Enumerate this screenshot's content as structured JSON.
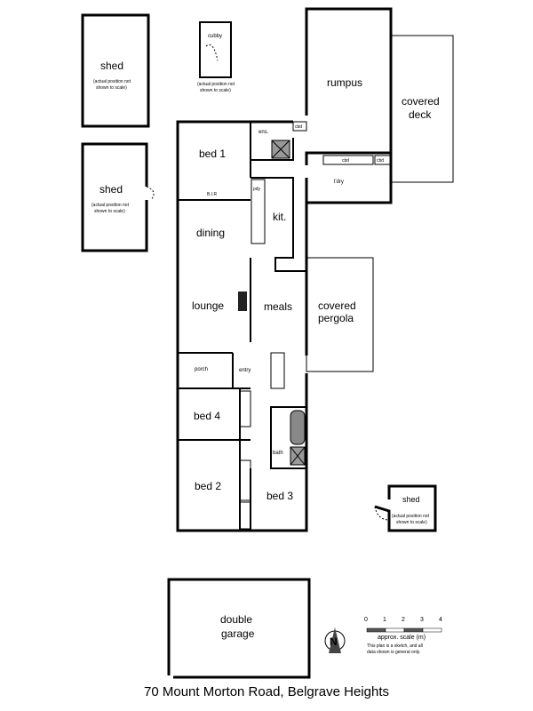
{
  "rooms": {
    "shed_top": "shed",
    "shed_mid": "shed",
    "shed_small": "shed",
    "cubby": "cubby",
    "rumpus": "rumpus",
    "covered_deck": [
      "covered",
      "deck"
    ],
    "bed1": "bed 1",
    "ensuite": "ens.",
    "laundry": "l'dry",
    "kitchen": "kit.",
    "dining": "dining",
    "lounge": "lounge",
    "meals": "meals",
    "covered_pergola": [
      "covered",
      "pergola"
    ],
    "porch": "porch",
    "entry": "entry",
    "bed4": "bed 4",
    "bed2": "bed 2",
    "bed3": "bed 3",
    "bath": "bath",
    "double_garage": [
      "double",
      "garage"
    ]
  },
  "fixtures": {
    "cbd": "cbd",
    "bir": "B.I.R",
    "pdy": "pdy"
  },
  "note_not_to_scale": [
    "(actual position not",
    "shown to scale)"
  ],
  "scale": {
    "ticks": [
      "0",
      "1",
      "2",
      "3",
      "4"
    ],
    "label": "approx. scale (m)",
    "disclaimer": [
      "This plan is a sketch, and all",
      "data shown is general only."
    ]
  },
  "compass": "N",
  "address": "70 Mount Morton Road, Belgrave Heights"
}
